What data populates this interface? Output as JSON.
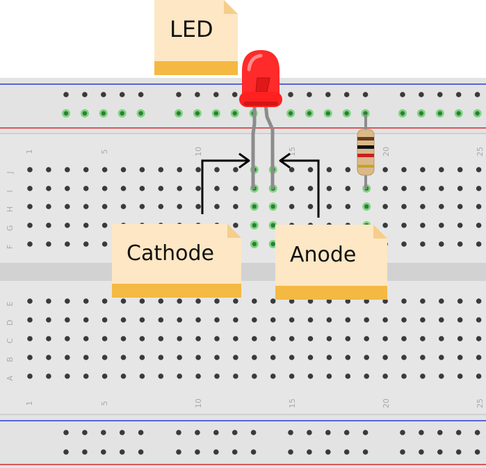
{
  "labels": {
    "led": "LED",
    "cathode": "Cathode",
    "anode": "Anode"
  },
  "breadboard": {
    "top_row_letters": [
      "J",
      "I",
      "H",
      "G",
      "F"
    ],
    "bottom_row_letters": [
      "E",
      "D",
      "C",
      "B",
      "A"
    ],
    "column_numbers": [
      "1",
      "5",
      "10",
      "15",
      "20",
      "25"
    ]
  },
  "components": {
    "led_color": "red",
    "resistor_bands": [
      "brown",
      "black",
      "red",
      "gold"
    ]
  },
  "colors": {
    "board": "#e6e6e6",
    "trench": "#d4d4d4",
    "rail_blue": "#2b3bd6",
    "rail_red": "#d62b2b",
    "hole": "#3a3a3a",
    "hole_active": "#7fd47f",
    "note_body": "#fde7c4",
    "note_band": "#f4b942",
    "led_red": "#ff2a2a",
    "lead_gray": "#8c8c8c",
    "resistor_body": "#d9b98a"
  }
}
